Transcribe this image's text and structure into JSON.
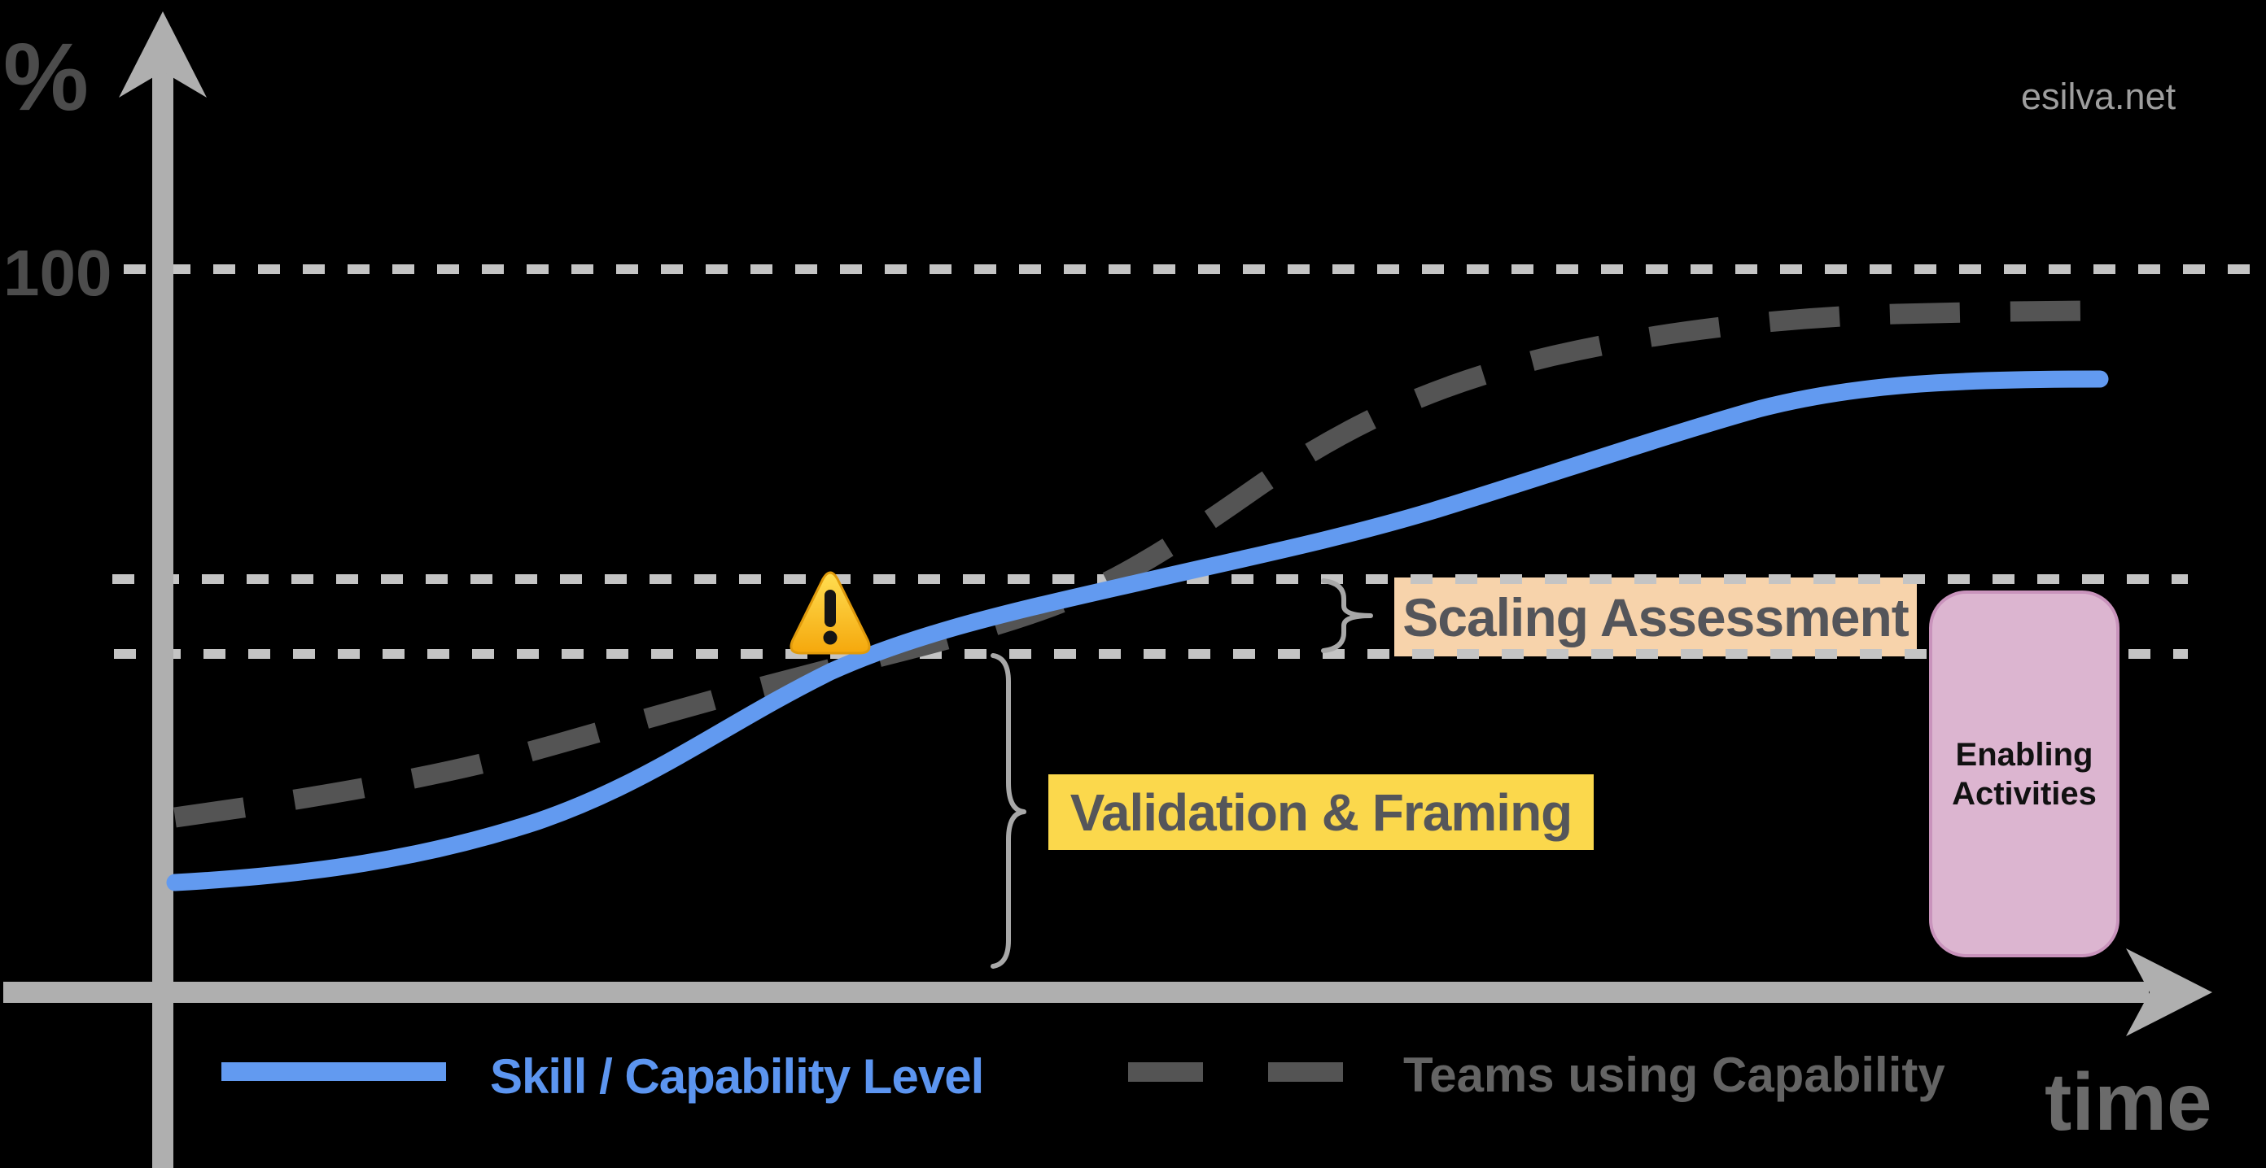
{
  "page": {
    "background": "#000000",
    "watermark": "esilva.net"
  },
  "axes": {
    "y_axis_label": "%",
    "y_tick": "100",
    "x_axis_label": "time"
  },
  "colors": {
    "background": "#000000",
    "axis": "#AFAFAF",
    "gridline": "#C4C4C4",
    "axis_text": "#4C4C4C",
    "skill_curve": "#629AF0",
    "teams_curve": "#545454",
    "brace": "#A8A8A8",
    "watermark_text": "#9E9E9E",
    "time_text": "#6B6B6B",
    "scaling_bg": "#F7D3AB",
    "scaling_text": "#54555A",
    "validation_bg": "#FBD84C",
    "validation_text": "#55565A",
    "enabling_bg": "#DCB5D0",
    "enabling_border": "#C993BC",
    "enabling_text": "#111111",
    "warning_top": "#FFDE52",
    "warning_bottom": "#F5A80C",
    "warning_stroke": "#E09A0B",
    "warning_glyph": "#141414"
  },
  "annotations": {
    "scaling_assessment": {
      "label": "Scaling Assessment"
    },
    "validation_framing": {
      "label": "Validation & Framing"
    },
    "enabling_activities": {
      "label": "Enabling Activities"
    },
    "warning_icon": "warning-triangle at curves crossing"
  },
  "legend": {
    "items": [
      {
        "label": "Skill / Capability Level",
        "color": "#5C95F0",
        "style": "solid"
      },
      {
        "label": "Teams using Capability",
        "color": "#646464",
        "style": "dashed"
      }
    ]
  },
  "chart_data": {
    "type": "line",
    "title": "",
    "xlabel": "time",
    "ylabel": "%",
    "ylim": [
      0,
      115
    ],
    "xlim": [
      0,
      100
    ],
    "yticks": [
      100
    ],
    "grid": "dashed horizontal lines at y = 100, 57, 47",
    "legend_position": "bottom",
    "series": [
      {
        "name": "Skill / Capability Level",
        "style": "solid",
        "color": "#629AF0",
        "x": [
          0,
          8,
          16,
          25,
          33,
          41,
          49,
          57,
          66,
          74,
          82,
          90,
          100
        ],
        "y": [
          15,
          17,
          21,
          32,
          46,
          51,
          56,
          61,
          67,
          74,
          80,
          84,
          85
        ]
      },
      {
        "name": "Teams using Capability",
        "style": "dashed",
        "color": "#545454",
        "x": [
          0,
          8,
          16,
          25,
          33,
          41,
          49,
          57,
          66,
          74,
          82,
          90,
          100
        ],
        "y": [
          24,
          26,
          30,
          37,
          46,
          50,
          59,
          70,
          83,
          89,
          93,
          94,
          94
        ]
      }
    ],
    "annotations": [
      {
        "type": "band",
        "label": "Scaling Assessment",
        "y_from": 47,
        "y_to": 57
      },
      {
        "type": "span",
        "label": "Validation & Framing",
        "y_from": 0,
        "y_to": 47
      },
      {
        "type": "box",
        "label": "Enabling Activities",
        "x_from": 91,
        "x_to": 101,
        "y_from": 5,
        "y_to": 55
      },
      {
        "type": "marker",
        "label": "warning",
        "x": 33,
        "y": 47
      }
    ]
  }
}
